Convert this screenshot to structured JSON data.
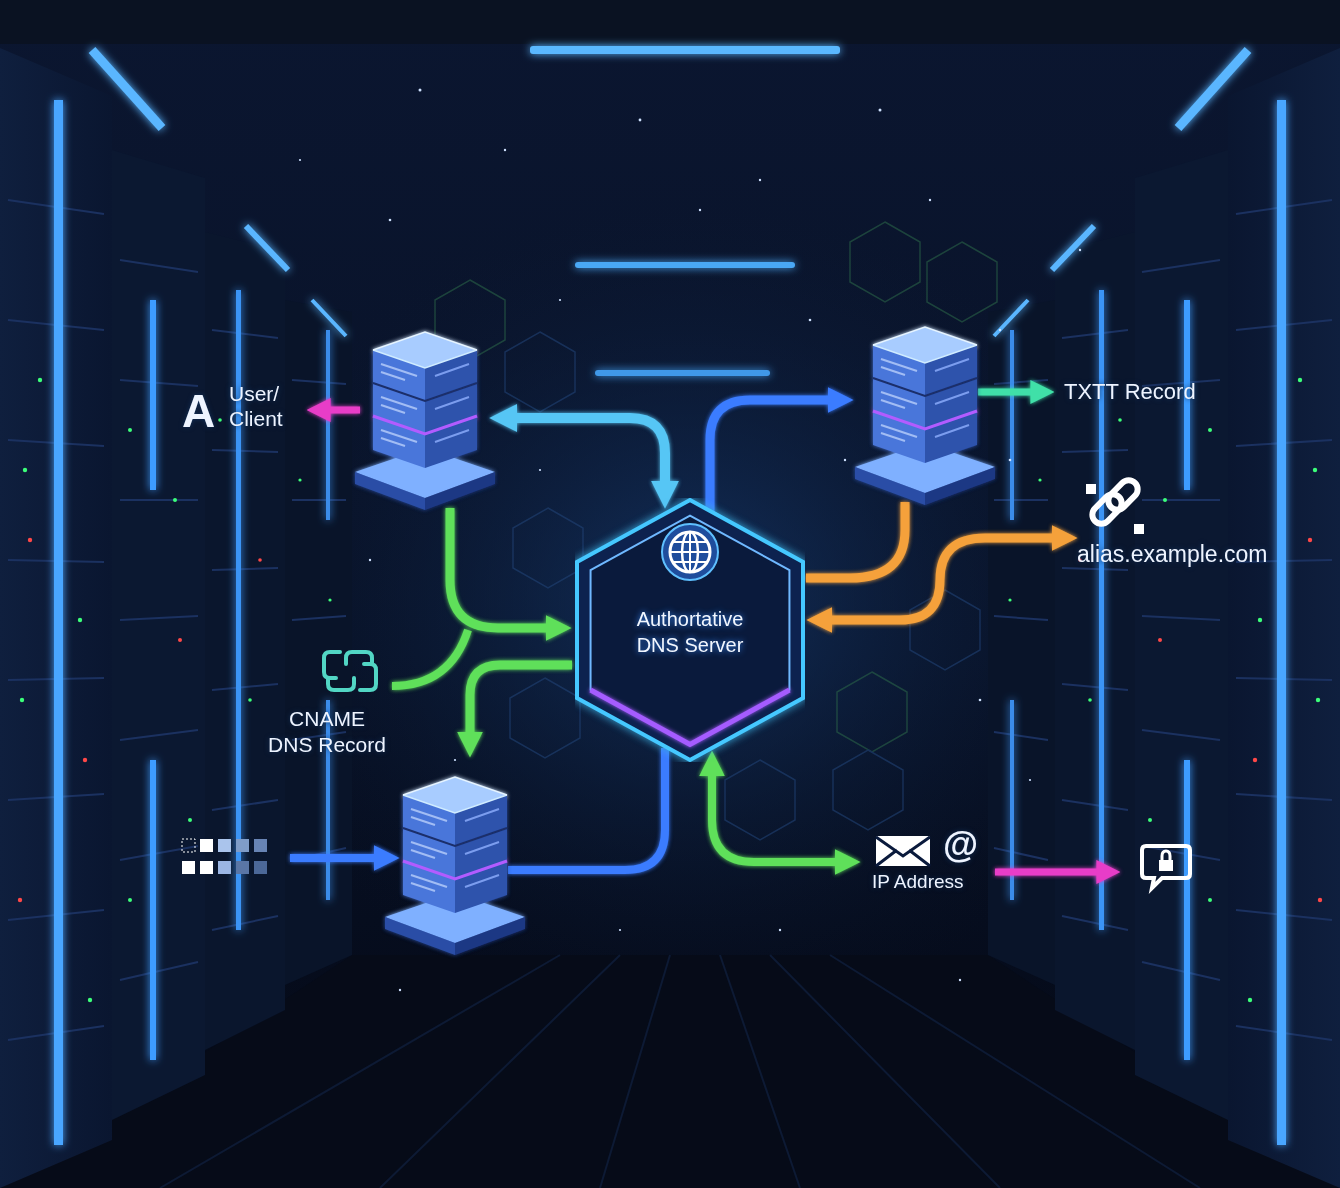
{
  "diagram": {
    "nodes": [
      {
        "text": [
          "Authortative DNS Server"
        ]
      }
    ],
    "labels": [
      "A",
      "User/ Client",
      "TXTT Record",
      "alias.example.com",
      "CNAME DNS Record",
      "@",
      "IP Address"
    ]
  }
}
